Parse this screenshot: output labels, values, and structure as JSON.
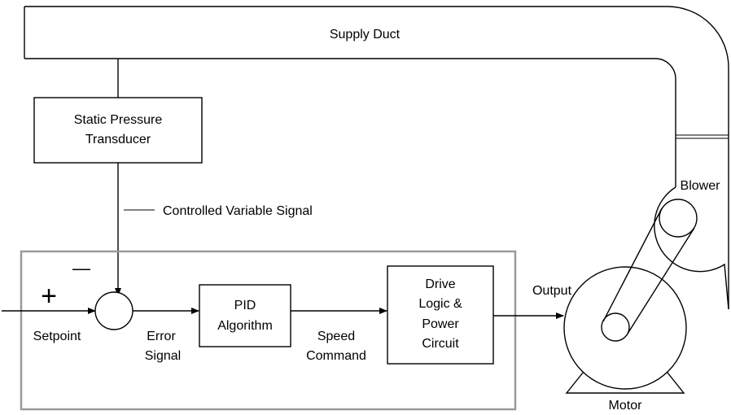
{
  "labels": {
    "supply_duct": "Supply Duct",
    "transducer_line1": "Static Pressure",
    "transducer_line2": "Transducer",
    "controlled_variable_signal": "Controlled Variable Signal",
    "plus_sign": "+",
    "minus_sign": "—",
    "setpoint": "Setpoint",
    "error_line1": "Error",
    "error_line2": "Signal",
    "pid_line1": "PID",
    "pid_line2": "Algorithm",
    "speed_line1": "Speed",
    "speed_line2": "Command",
    "drive_line1": "Drive",
    "drive_line2": "Logic &",
    "drive_line3": "Power",
    "drive_line4": "Circuit",
    "output": "Output",
    "blower": "Blower",
    "motor": "Motor"
  },
  "colors": {
    "line": "#000000",
    "controller_frame": "#9a9a9a",
    "background": "#ffffff"
  }
}
